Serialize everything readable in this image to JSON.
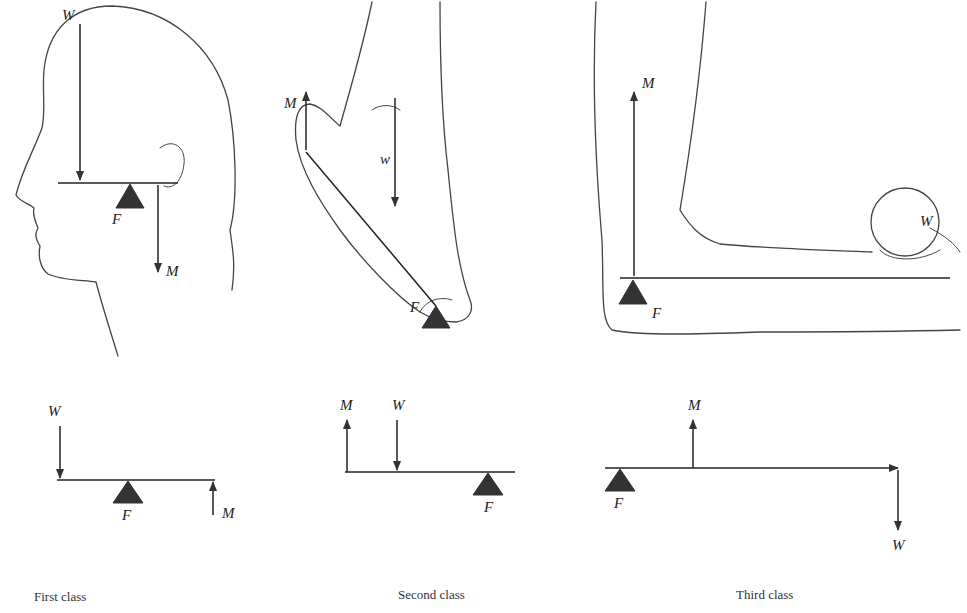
{
  "diagram": {
    "labels": [
      "W",
      "F",
      "M",
      "M",
      "w",
      "F",
      "M",
      "W",
      "F",
      "W",
      "F",
      "M",
      "First class",
      "M",
      "W",
      "F",
      "Second class",
      "M",
      "F",
      "W",
      "Third class"
    ]
  }
}
